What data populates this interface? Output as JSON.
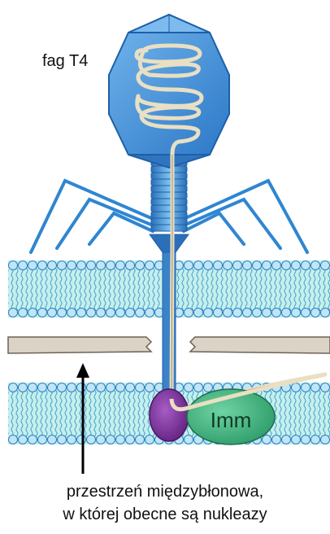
{
  "labels": {
    "phage": "fag T4",
    "protein": "Imm",
    "caption_line1": "przestrzeń międzybłonowa,",
    "caption_line2": "w której obecne są nukleazy"
  },
  "colors": {
    "capsid": "#3f8fd6",
    "capsid_edge": "#1e5fa8",
    "dna": "#e8dcc0",
    "membrane_water": "#b8ece8",
    "lipid_head": "#a7dcf2",
    "tail_fiber": "#2f86d1",
    "cell_wall": "#d9d2c8",
    "imm_protein": "#3cae7c",
    "purple_protein": "#7b2d99",
    "arrow": "#000000"
  }
}
